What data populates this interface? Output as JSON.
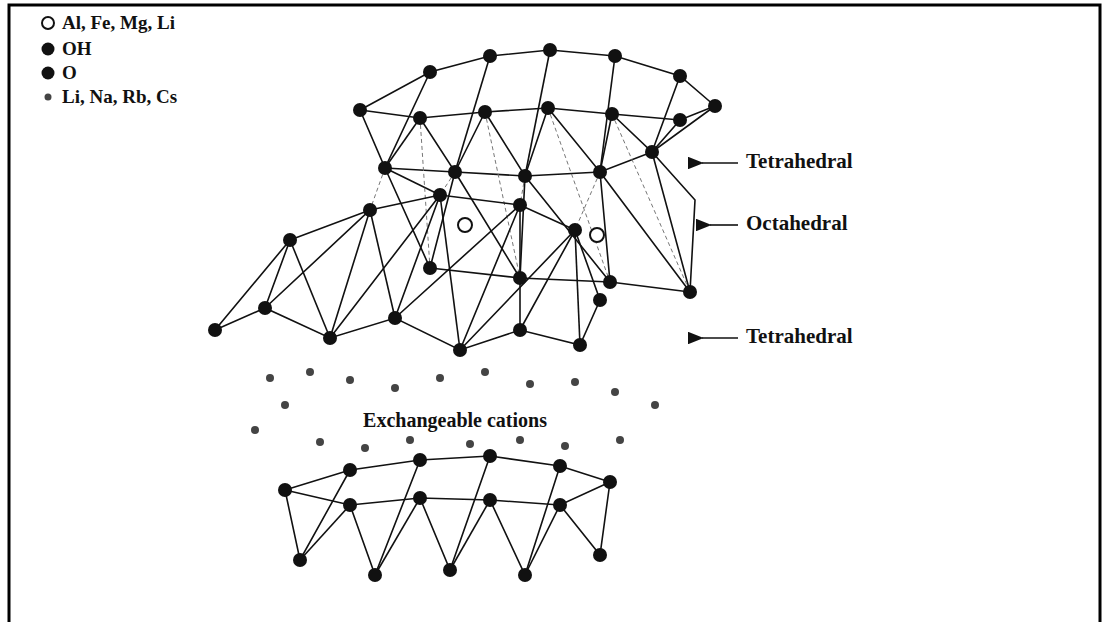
{
  "diagram": {
    "labels": [
      "Tetrahedral",
      "Octahedral",
      "Tetrahedral",
      "Exchangeable cations"
    ],
    "legend": [
      {
        "text": "Al, Fe, Mg, Li"
      },
      {
        "text": "OH"
      },
      {
        "text": "O"
      },
      {
        "text": "Li, Na, Rb, Cs"
      }
    ]
  }
}
